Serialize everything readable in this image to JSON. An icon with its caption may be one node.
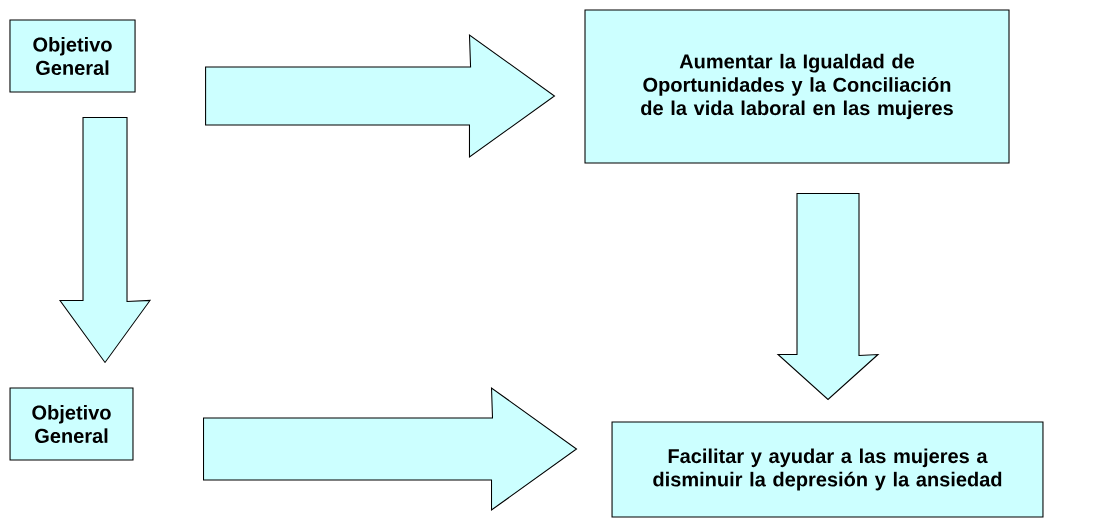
{
  "diagram": {
    "nodes": [
      {
        "text": [
          "Objetivo General"
        ]
      },
      {
        "text": [
          "Aumentar la Igualdad de Oportunidades y la Conciliación de la vida laboral en las mujeres"
        ]
      },
      {
        "text": [
          "Objetivo General"
        ]
      },
      {
        "text": [
          "Facilitar y ayudar a las mujeres a disminuir la depresión y la ansiedad"
        ]
      }
    ],
    "edges": [
      {
        "from": 0,
        "to": 1,
        "arrow": "to"
      },
      {
        "from": 0,
        "to": 2,
        "arrow": "to"
      },
      {
        "from": 2,
        "to": 3,
        "arrow": "to"
      },
      {
        "from": 1,
        "to": 3,
        "arrow": "to"
      }
    ]
  }
}
